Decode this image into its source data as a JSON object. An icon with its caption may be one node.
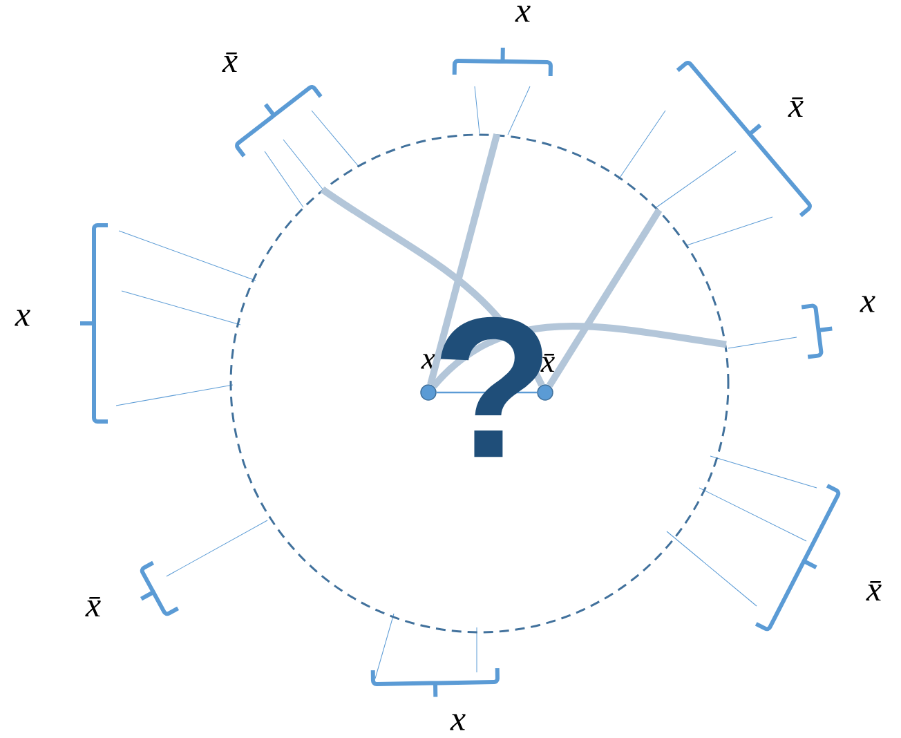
{
  "diagram": {
    "nodes": [
      {
        "text": [],
        "shape": "circle",
        "beside": [
          "x"
        ],
        "in": 2
      },
      {
        "text": [],
        "shape": "circle",
        "beside": [
          "x̄"
        ],
        "in": 2
      },
      {
        "text": [],
        "shape": "circle"
      }
    ],
    "edges": [
      {
        "from": 0,
        "to": 1,
        "arrow": "none",
        "color": "#5b9bd5"
      },
      {
        "from": 0,
        "to": 2,
        "arrow": "none"
      },
      {
        "from": 0,
        "to": 2,
        "arrow": "none"
      },
      {
        "from": 1,
        "to": 2,
        "arrow": "none"
      },
      {
        "from": 1,
        "to": 2,
        "arrow": "none"
      }
    ],
    "labels": [
      "x",
      "x̄",
      "x̄",
      "x",
      "x",
      "?",
      "x̄",
      "x̄",
      "x"
    ]
  }
}
